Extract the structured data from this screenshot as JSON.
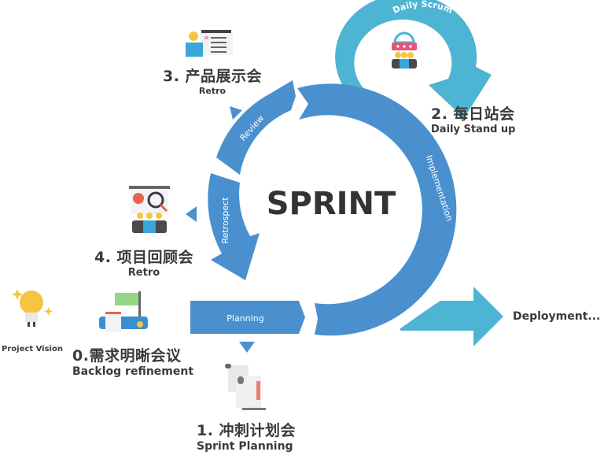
{
  "title": "SPRINT",
  "colors": {
    "main_blue": "#4a90cf",
    "scrum_cyan": "#4db4d3",
    "text_dark": "#3a3a3a",
    "white": "#ffffff"
  },
  "cycle_segments": {
    "review": "Review",
    "retrospect": "Retrospect",
    "implementation": "Implementation",
    "planning": "Planning",
    "daily_scrum": "Daily Scrum"
  },
  "steps": [
    {
      "id": "backlog",
      "zh": "0.需求明晰会议",
      "en": "Backlog refinement",
      "icon": "backlog-flag-icon"
    },
    {
      "id": "planning",
      "zh": "1. 冲刺计划会",
      "en": "Sprint Planning",
      "icon": "scroll-document-icon"
    },
    {
      "id": "standup",
      "zh": "2. 每日站会",
      "en": "Daily Stand up",
      "icon": "team-meeting-clock-icon"
    },
    {
      "id": "review",
      "zh": "3. 产品展示会",
      "en": "Retro",
      "icon": "presenter-checklist-icon"
    },
    {
      "id": "retro",
      "zh": "4. 项目回顾会",
      "en": "Retro",
      "icon": "board-magnifier-icon"
    }
  ],
  "project_vision": {
    "label": "Project Vision",
    "icon": "lightbulb-icon"
  },
  "deployment": {
    "label": "Deployment..."
  }
}
